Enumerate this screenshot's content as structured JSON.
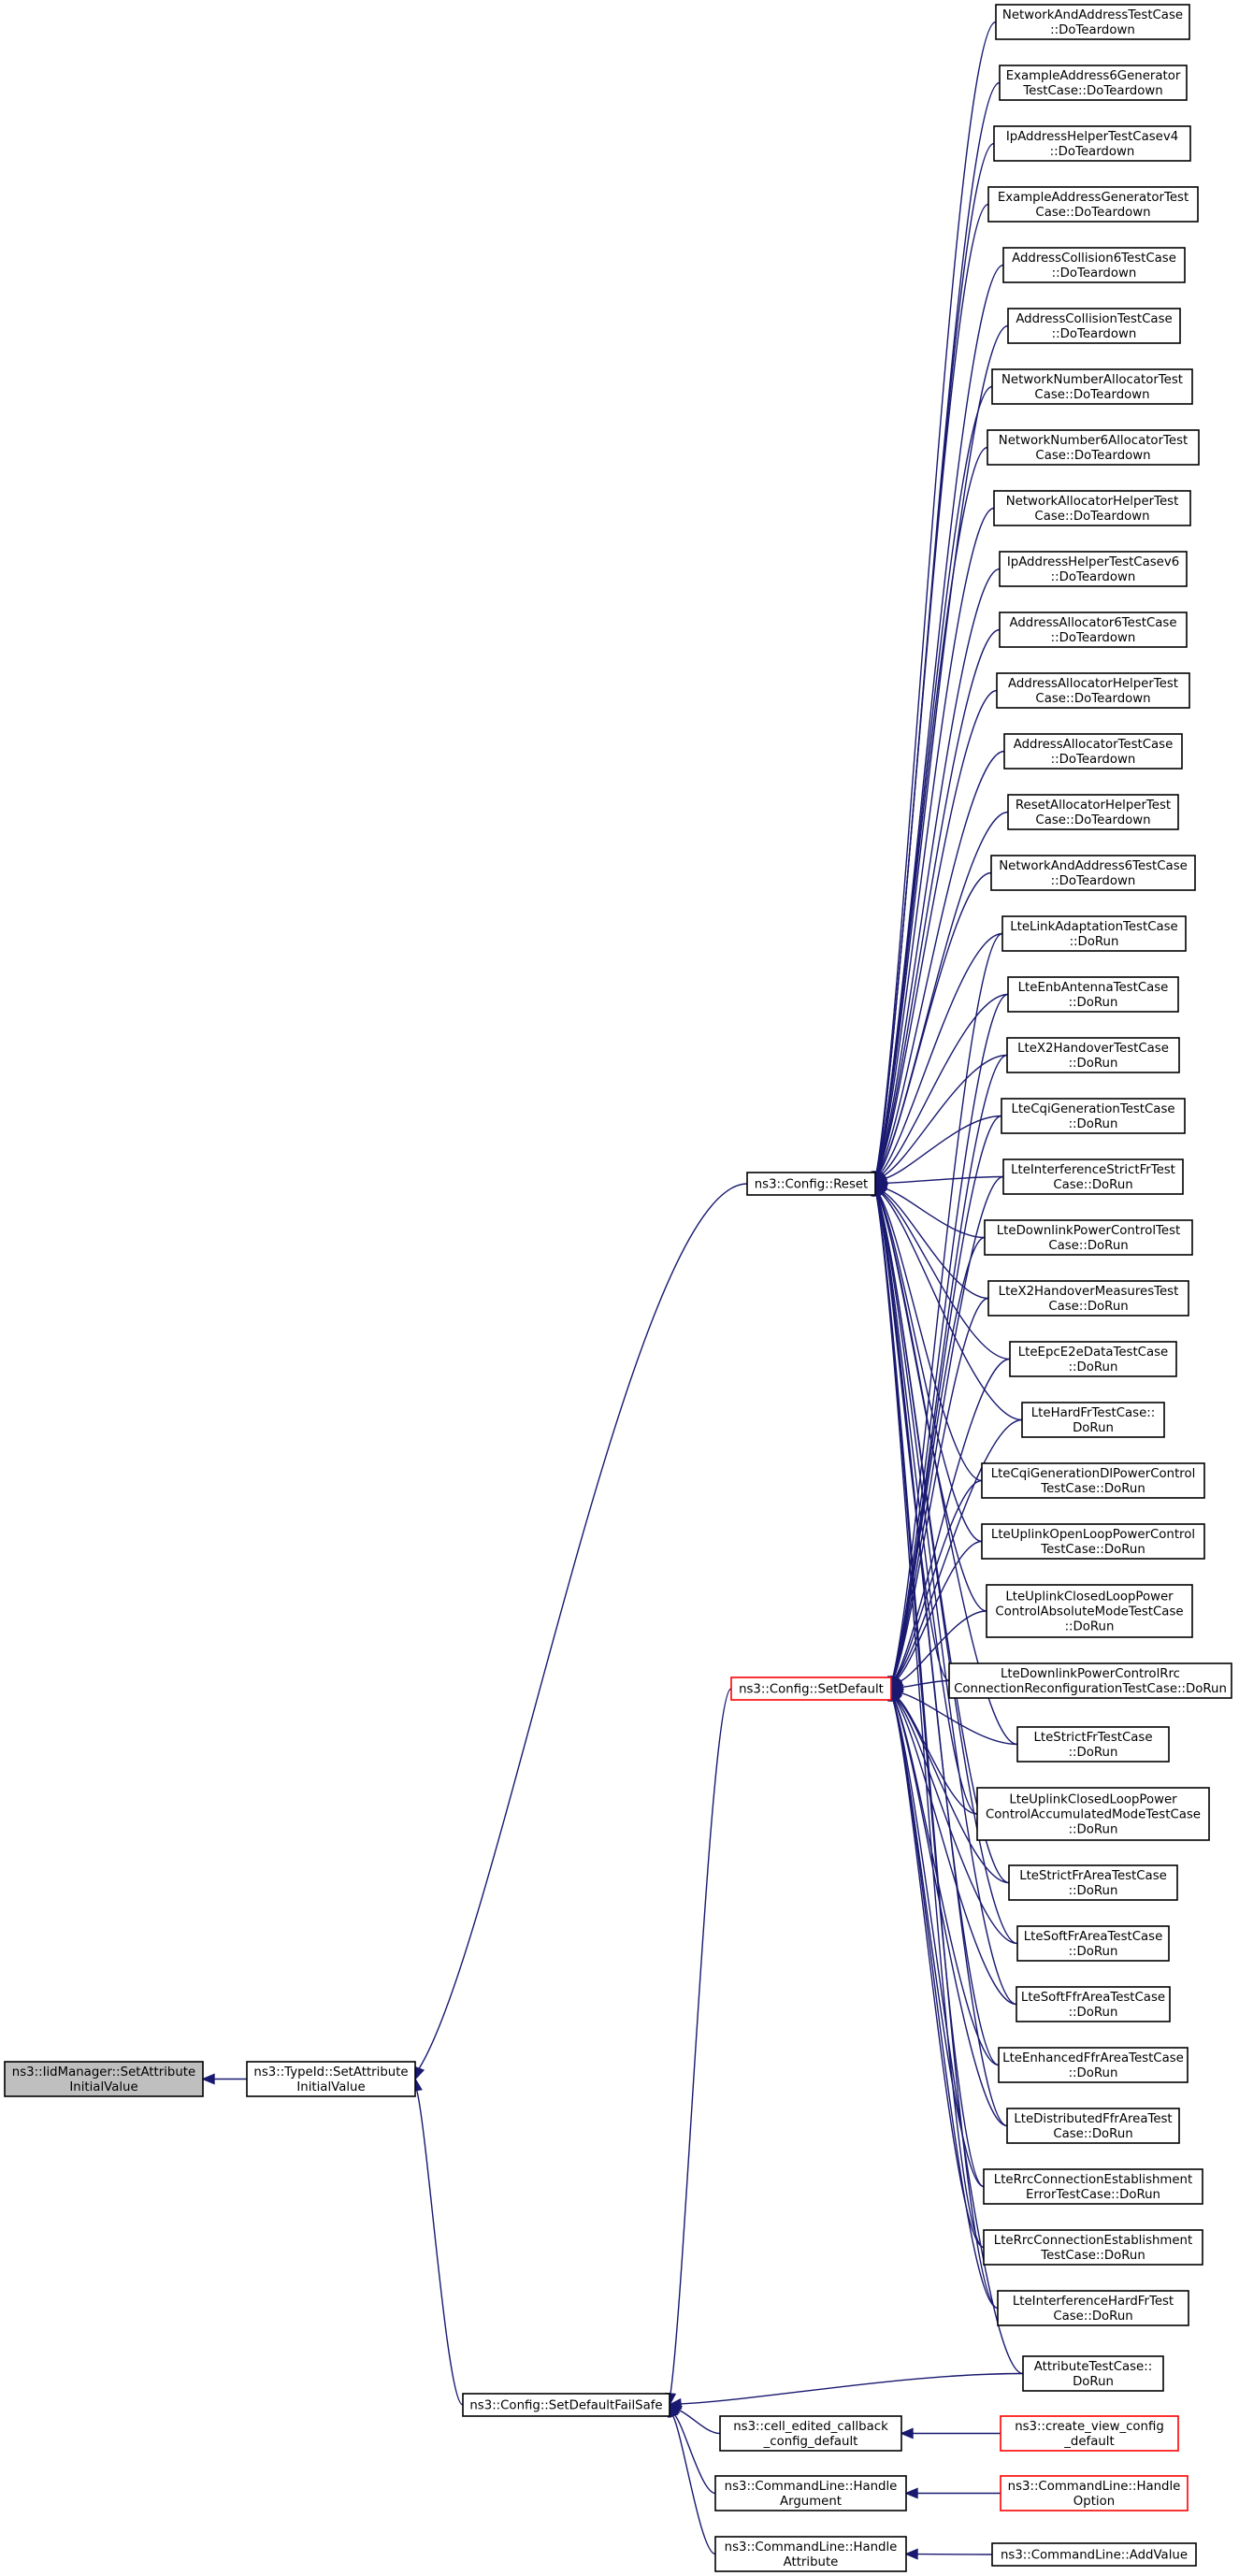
{
  "colors": {
    "edge": "#191970",
    "node_border": "#000000",
    "node_border_truncated": "#ff0000",
    "root_fill": "#bfbfbf",
    "node_fill": "#ffffff"
  },
  "nodes": [
    {
      "id": "root",
      "lines": [
        "ns3::IidManager::SetAttribute",
        "InitialValue"
      ],
      "root": true
    },
    {
      "id": "tid_setattr",
      "lines": [
        "ns3::TypeId::SetAttribute",
        "InitialValue"
      ]
    },
    {
      "id": "cfg_reset",
      "lines": [
        "ns3::Config::Reset"
      ]
    },
    {
      "id": "cfg_setdefault",
      "lines": [
        "ns3::Config::SetDefault"
      ],
      "truncated": true
    },
    {
      "id": "cfg_setdefaultfailsafe",
      "lines": [
        "ns3::Config::SetDefaultFailSafe"
      ]
    },
    {
      "id": "cell_edited",
      "lines": [
        "ns3::cell_edited_callback",
        "_config_default"
      ]
    },
    {
      "id": "cl_handle_arg",
      "lines": [
        "ns3::CommandLine::Handle",
        "Argument"
      ]
    },
    {
      "id": "cl_handle_attr",
      "lines": [
        "ns3::CommandLine::Handle",
        "Attribute"
      ]
    },
    {
      "id": "create_view",
      "lines": [
        "ns3::create_view_config",
        "_default"
      ],
      "truncated": true
    },
    {
      "id": "cl_handle_opt",
      "lines": [
        "ns3::CommandLine::Handle",
        "Option"
      ],
      "truncated": true
    },
    {
      "id": "cl_addvalue",
      "lines": [
        "ns3::CommandLine::AddValue"
      ]
    },
    {
      "id": "t_naa",
      "lines": [
        "NetworkAndAddressTestCase",
        "::DoTeardown"
      ]
    },
    {
      "id": "t_ea6g",
      "lines": [
        "ExampleAddress6Generator",
        "TestCase::DoTeardown"
      ]
    },
    {
      "id": "t_iahv4",
      "lines": [
        "IpAddressHelperTestCasev4",
        "::DoTeardown"
      ]
    },
    {
      "id": "t_eag",
      "lines": [
        "ExampleAddressGeneratorTest",
        "Case::DoTeardown"
      ]
    },
    {
      "id": "t_ac6",
      "lines": [
        "AddressCollision6TestCase",
        "::DoTeardown"
      ]
    },
    {
      "id": "t_ac",
      "lines": [
        "AddressCollisionTestCase",
        "::DoTeardown"
      ]
    },
    {
      "id": "t_nna",
      "lines": [
        "NetworkNumberAllocatorTest",
        "Case::DoTeardown"
      ]
    },
    {
      "id": "t_nn6a",
      "lines": [
        "NetworkNumber6AllocatorTest",
        "Case::DoTeardown"
      ]
    },
    {
      "id": "t_nah",
      "lines": [
        "NetworkAllocatorHelperTest",
        "Case::DoTeardown"
      ]
    },
    {
      "id": "t_iahv6",
      "lines": [
        "IpAddressHelperTestCasev6",
        "::DoTeardown"
      ]
    },
    {
      "id": "t_aa6",
      "lines": [
        "AddressAllocator6TestCase",
        "::DoTeardown"
      ]
    },
    {
      "id": "t_aah",
      "lines": [
        "AddressAllocatorHelperTest",
        "Case::DoTeardown"
      ]
    },
    {
      "id": "t_aa",
      "lines": [
        "AddressAllocatorTestCase",
        "::DoTeardown"
      ]
    },
    {
      "id": "t_rah",
      "lines": [
        "ResetAllocatorHelperTest",
        "Case::DoTeardown"
      ]
    },
    {
      "id": "t_naa6",
      "lines": [
        "NetworkAndAddress6TestCase",
        "::DoTeardown"
      ]
    },
    {
      "id": "t_lla",
      "lines": [
        "LteLinkAdaptationTestCase",
        "::DoRun"
      ]
    },
    {
      "id": "t_lea",
      "lines": [
        "LteEnbAntennaTestCase",
        "::DoRun"
      ]
    },
    {
      "id": "t_lx2h",
      "lines": [
        "LteX2HandoverTestCase",
        "::DoRun"
      ]
    },
    {
      "id": "t_lcg",
      "lines": [
        "LteCqiGenerationTestCase",
        "::DoRun"
      ]
    },
    {
      "id": "t_lisf",
      "lines": [
        "LteInterferenceStrictFrTest",
        "Case::DoRun"
      ]
    },
    {
      "id": "t_ldpc",
      "lines": [
        "LteDownlinkPowerControlTest",
        "Case::DoRun"
      ]
    },
    {
      "id": "t_lx2hm",
      "lines": [
        "LteX2HandoverMeasuresTest",
        "Case::DoRun"
      ]
    },
    {
      "id": "t_lee2e",
      "lines": [
        "LteEpcE2eDataTestCase",
        "::DoRun"
      ]
    },
    {
      "id": "t_lhfr",
      "lines": [
        "LteHardFrTestCase::",
        "DoRun"
      ]
    },
    {
      "id": "t_lcgdpc",
      "lines": [
        "LteCqiGenerationDlPowerControl",
        "TestCase::DoRun"
      ]
    },
    {
      "id": "t_luolpc",
      "lines": [
        "LteUplinkOpenLoopPowerControl",
        "TestCase::DoRun"
      ]
    },
    {
      "id": "t_luclpa",
      "lines": [
        "LteUplinkClosedLoopPower",
        "ControlAbsoluteModeTestCase",
        "::DoRun"
      ]
    },
    {
      "id": "t_ldpcrrc",
      "lines": [
        "LteDownlinkPowerControlRrc",
        "ConnectionReconfigurationTestCase::DoRun"
      ]
    },
    {
      "id": "t_lsfr",
      "lines": [
        "LteStrictFrTestCase",
        "::DoRun"
      ]
    },
    {
      "id": "t_luclpacc",
      "lines": [
        "LteUplinkClosedLoopPower",
        "ControlAccumulatedModeTestCase",
        "::DoRun"
      ]
    },
    {
      "id": "t_lsfra",
      "lines": [
        "LteStrictFrAreaTestCase",
        "::DoRun"
      ]
    },
    {
      "id": "t_lsofra",
      "lines": [
        "LteSoftFrAreaTestCase",
        "::DoRun"
      ]
    },
    {
      "id": "t_lsoffra",
      "lines": [
        "LteSoftFfrAreaTestCase",
        "::DoRun"
      ]
    },
    {
      "id": "t_lenffra",
      "lines": [
        "LteEnhancedFfrAreaTestCase",
        "::DoRun"
      ]
    },
    {
      "id": "t_ldffra",
      "lines": [
        "LteDistributedFfrAreaTest",
        "Case::DoRun"
      ]
    },
    {
      "id": "t_lrrcee",
      "lines": [
        "LteRrcConnectionEstablishment",
        "ErrorTestCase::DoRun"
      ]
    },
    {
      "id": "t_lrrce",
      "lines": [
        "LteRrcConnectionEstablishment",
        "TestCase::DoRun"
      ]
    },
    {
      "id": "t_lihfr",
      "lines": [
        "LteInterferenceHardFrTest",
        "Case::DoRun"
      ]
    },
    {
      "id": "t_attr",
      "lines": [
        "AttributeTestCase::",
        "DoRun"
      ]
    }
  ],
  "edges": [
    [
      "tid_setattr",
      "root"
    ],
    [
      "cfg_reset",
      "tid_setattr"
    ],
    [
      "cfg_setdefaultfailsafe",
      "tid_setattr"
    ],
    [
      "cfg_setdefault",
      "cfg_setdefaultfailsafe"
    ],
    [
      "cell_edited",
      "cfg_setdefaultfailsafe"
    ],
    [
      "cl_handle_arg",
      "cfg_setdefaultfailsafe"
    ],
    [
      "cl_handle_attr",
      "cfg_setdefaultfailsafe"
    ],
    [
      "t_attr",
      "cfg_setdefaultfailsafe"
    ],
    [
      "create_view",
      "cell_edited"
    ],
    [
      "cl_handle_opt",
      "cl_handle_arg"
    ],
    [
      "cl_addvalue",
      "cl_handle_attr"
    ],
    [
      "t_naa",
      "cfg_reset"
    ],
    [
      "t_ea6g",
      "cfg_reset"
    ],
    [
      "t_iahv4",
      "cfg_reset"
    ],
    [
      "t_eag",
      "cfg_reset"
    ],
    [
      "t_ac6",
      "cfg_reset"
    ],
    [
      "t_ac",
      "cfg_reset"
    ],
    [
      "t_nna",
      "cfg_reset"
    ],
    [
      "t_nn6a",
      "cfg_reset"
    ],
    [
      "t_nah",
      "cfg_reset"
    ],
    [
      "t_iahv6",
      "cfg_reset"
    ],
    [
      "t_aa6",
      "cfg_reset"
    ],
    [
      "t_aah",
      "cfg_reset"
    ],
    [
      "t_aa",
      "cfg_reset"
    ],
    [
      "t_rah",
      "cfg_reset"
    ],
    [
      "t_naa6",
      "cfg_reset"
    ],
    [
      "t_lla",
      "cfg_reset"
    ],
    [
      "t_lea",
      "cfg_reset"
    ],
    [
      "t_lx2h",
      "cfg_reset"
    ],
    [
      "t_lcg",
      "cfg_reset"
    ],
    [
      "t_lisf",
      "cfg_reset"
    ],
    [
      "t_ldpc",
      "cfg_reset"
    ],
    [
      "t_lx2hm",
      "cfg_reset"
    ],
    [
      "t_lee2e",
      "cfg_reset"
    ],
    [
      "t_lhfr",
      "cfg_reset"
    ],
    [
      "t_lcgdpc",
      "cfg_reset"
    ],
    [
      "t_luolpc",
      "cfg_reset"
    ],
    [
      "t_luclpa",
      "cfg_reset"
    ],
    [
      "t_ldpcrrc",
      "cfg_reset"
    ],
    [
      "t_lsfr",
      "cfg_reset"
    ],
    [
      "t_luclpacc",
      "cfg_reset"
    ],
    [
      "t_lsfra",
      "cfg_reset"
    ],
    [
      "t_lsofra",
      "cfg_reset"
    ],
    [
      "t_lsoffra",
      "cfg_reset"
    ],
    [
      "t_lenffra",
      "cfg_reset"
    ],
    [
      "t_ldffra",
      "cfg_reset"
    ],
    [
      "t_lrrcee",
      "cfg_reset"
    ],
    [
      "t_lrrce",
      "cfg_reset"
    ],
    [
      "t_lihfr",
      "cfg_reset"
    ],
    [
      "t_lla",
      "cfg_setdefault"
    ],
    [
      "t_lea",
      "cfg_setdefault"
    ],
    [
      "t_lx2h",
      "cfg_setdefault"
    ],
    [
      "t_lcg",
      "cfg_setdefault"
    ],
    [
      "t_lisf",
      "cfg_setdefault"
    ],
    [
      "t_ldpc",
      "cfg_setdefault"
    ],
    [
      "t_lx2hm",
      "cfg_setdefault"
    ],
    [
      "t_lee2e",
      "cfg_setdefault"
    ],
    [
      "t_lhfr",
      "cfg_setdefault"
    ],
    [
      "t_lcgdpc",
      "cfg_setdefault"
    ],
    [
      "t_luolpc",
      "cfg_setdefault"
    ],
    [
      "t_luclpa",
      "cfg_setdefault"
    ],
    [
      "t_ldpcrrc",
      "cfg_setdefault"
    ],
    [
      "t_lsfr",
      "cfg_setdefault"
    ],
    [
      "t_luclpacc",
      "cfg_setdefault"
    ],
    [
      "t_lsfra",
      "cfg_setdefault"
    ],
    [
      "t_lsofra",
      "cfg_setdefault"
    ],
    [
      "t_lsoffra",
      "cfg_setdefault"
    ],
    [
      "t_lenffra",
      "cfg_setdefault"
    ],
    [
      "t_ldffra",
      "cfg_setdefault"
    ],
    [
      "t_lrrcee",
      "cfg_setdefault"
    ],
    [
      "t_lrrce",
      "cfg_setdefault"
    ],
    [
      "t_lihfr",
      "cfg_setdefault"
    ],
    [
      "t_attr",
      "cfg_setdefault"
    ]
  ]
}
